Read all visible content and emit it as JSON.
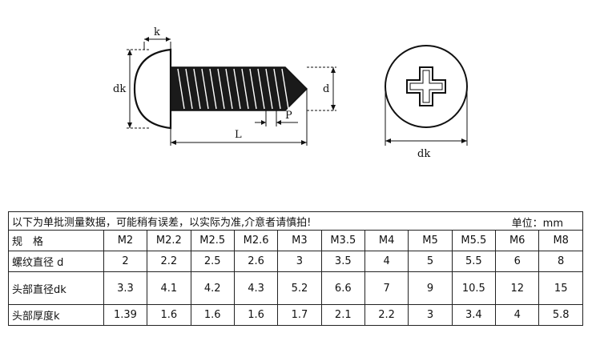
{
  "drawing": {
    "side_labels": {
      "head_length": "k",
      "head_diameter": "dk",
      "thread_diameter": "d",
      "pitch": "P",
      "length": "L"
    },
    "top_label": "dk"
  },
  "table": {
    "note": "以下为单批测量数据，可能稍有误差，以实际为准,介意者请慎拍!",
    "unit": "单位：mm",
    "rows": [
      {
        "label": "规　格",
        "values": [
          "M2",
          "M2.2",
          "M2.5",
          "M2.6",
          "M3",
          "M3.5",
          "M4",
          "M5",
          "M5.5",
          "M6",
          "M8"
        ]
      },
      {
        "label": "螺纹直径 d",
        "values": [
          "2",
          "2.2",
          "2.5",
          "2.6",
          "3",
          "3.5",
          "4",
          "5",
          "5.5",
          "6",
          "8"
        ]
      },
      {
        "label": "头部直径dk",
        "values": [
          "3.3",
          "4.1",
          "4.2",
          "4.3",
          "5.2",
          "6.6",
          "7",
          "9",
          "10.5",
          "12",
          "15"
        ]
      },
      {
        "label": "头部厚度k",
        "values": [
          "1.39",
          "1.6",
          "1.6",
          "1.6",
          "1.7",
          "2.1",
          "2.2",
          "3",
          "3.4",
          "4",
          "5.8"
        ]
      }
    ]
  }
}
